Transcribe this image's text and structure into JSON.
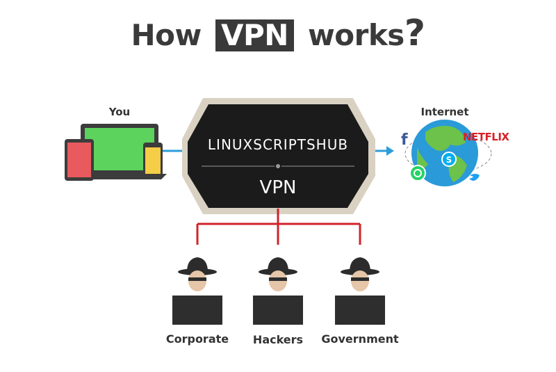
{
  "title": {
    "prefix": "How",
    "highlight": "VPN",
    "suffix": "works",
    "punctuation": "?"
  },
  "labels": {
    "you": "You",
    "internet": "Internet"
  },
  "hub": {
    "brand": "LINUXSCRIPTSHUB",
    "name": "VPN"
  },
  "internet_logos": {
    "netflix": "NETFLIX",
    "facebook": "f"
  },
  "threats": [
    {
      "label": "Corporate"
    },
    {
      "label": "Hackers"
    },
    {
      "label": "Government"
    }
  ],
  "icons": [
    "laptop-icon",
    "tablet-icon",
    "phone-icon",
    "globe-icon",
    "facebook-icon",
    "skype-icon",
    "whatsapp-icon",
    "twitter-icon",
    "spy-icon"
  ],
  "colors": {
    "title": "#3a3a3a",
    "connector": "#2d9cdb",
    "threat_line": "#d0232a",
    "hexagon": "#1b1b1b",
    "hexagon_border": "#d9d2c3",
    "netflix": "#d81f26"
  }
}
